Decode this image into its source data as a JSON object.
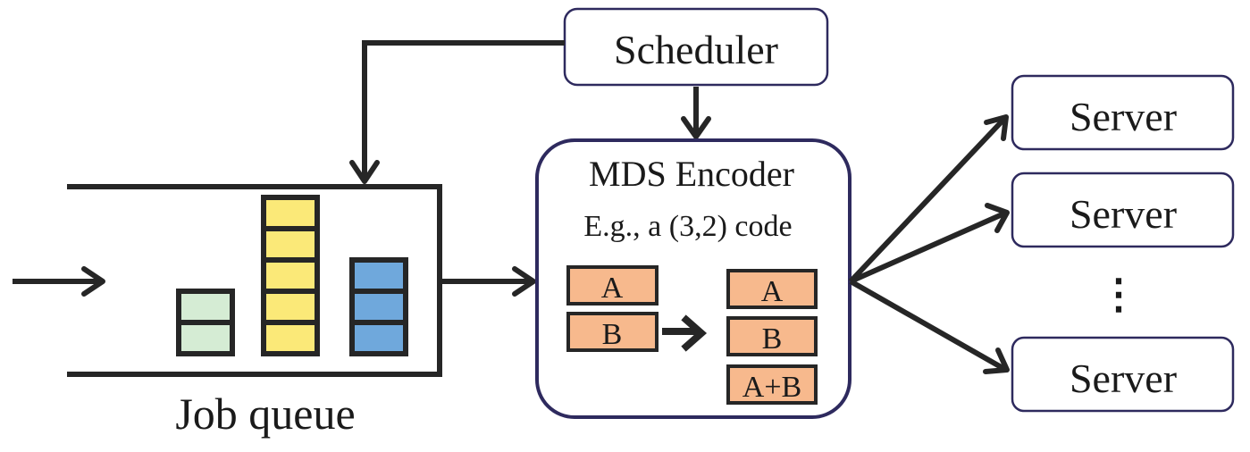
{
  "scheduler": {
    "label": "Scheduler"
  },
  "encoder": {
    "title": "MDS Encoder",
    "subtitle": "E.g., a (3,2) code",
    "input_chunks": [
      "A",
      "B"
    ],
    "output_chunks": [
      "A",
      "B",
      "A+B"
    ]
  },
  "servers": [
    {
      "label": "Server"
    },
    {
      "label": "Server"
    },
    {
      "label": "Server"
    }
  ],
  "servers_ellipsis": "⋮",
  "queue": {
    "label": "Job queue",
    "jobs": [
      {
        "blocks": 2,
        "color": "#d5ecd4"
      },
      {
        "blocks": 5,
        "color": "#fbe978"
      },
      {
        "blocks": 3,
        "color": "#6fa8dc"
      }
    ]
  },
  "colors": {
    "box_border": "#2e2a5e",
    "line": "#262626",
    "chunk_fill": "#f7b98d"
  }
}
